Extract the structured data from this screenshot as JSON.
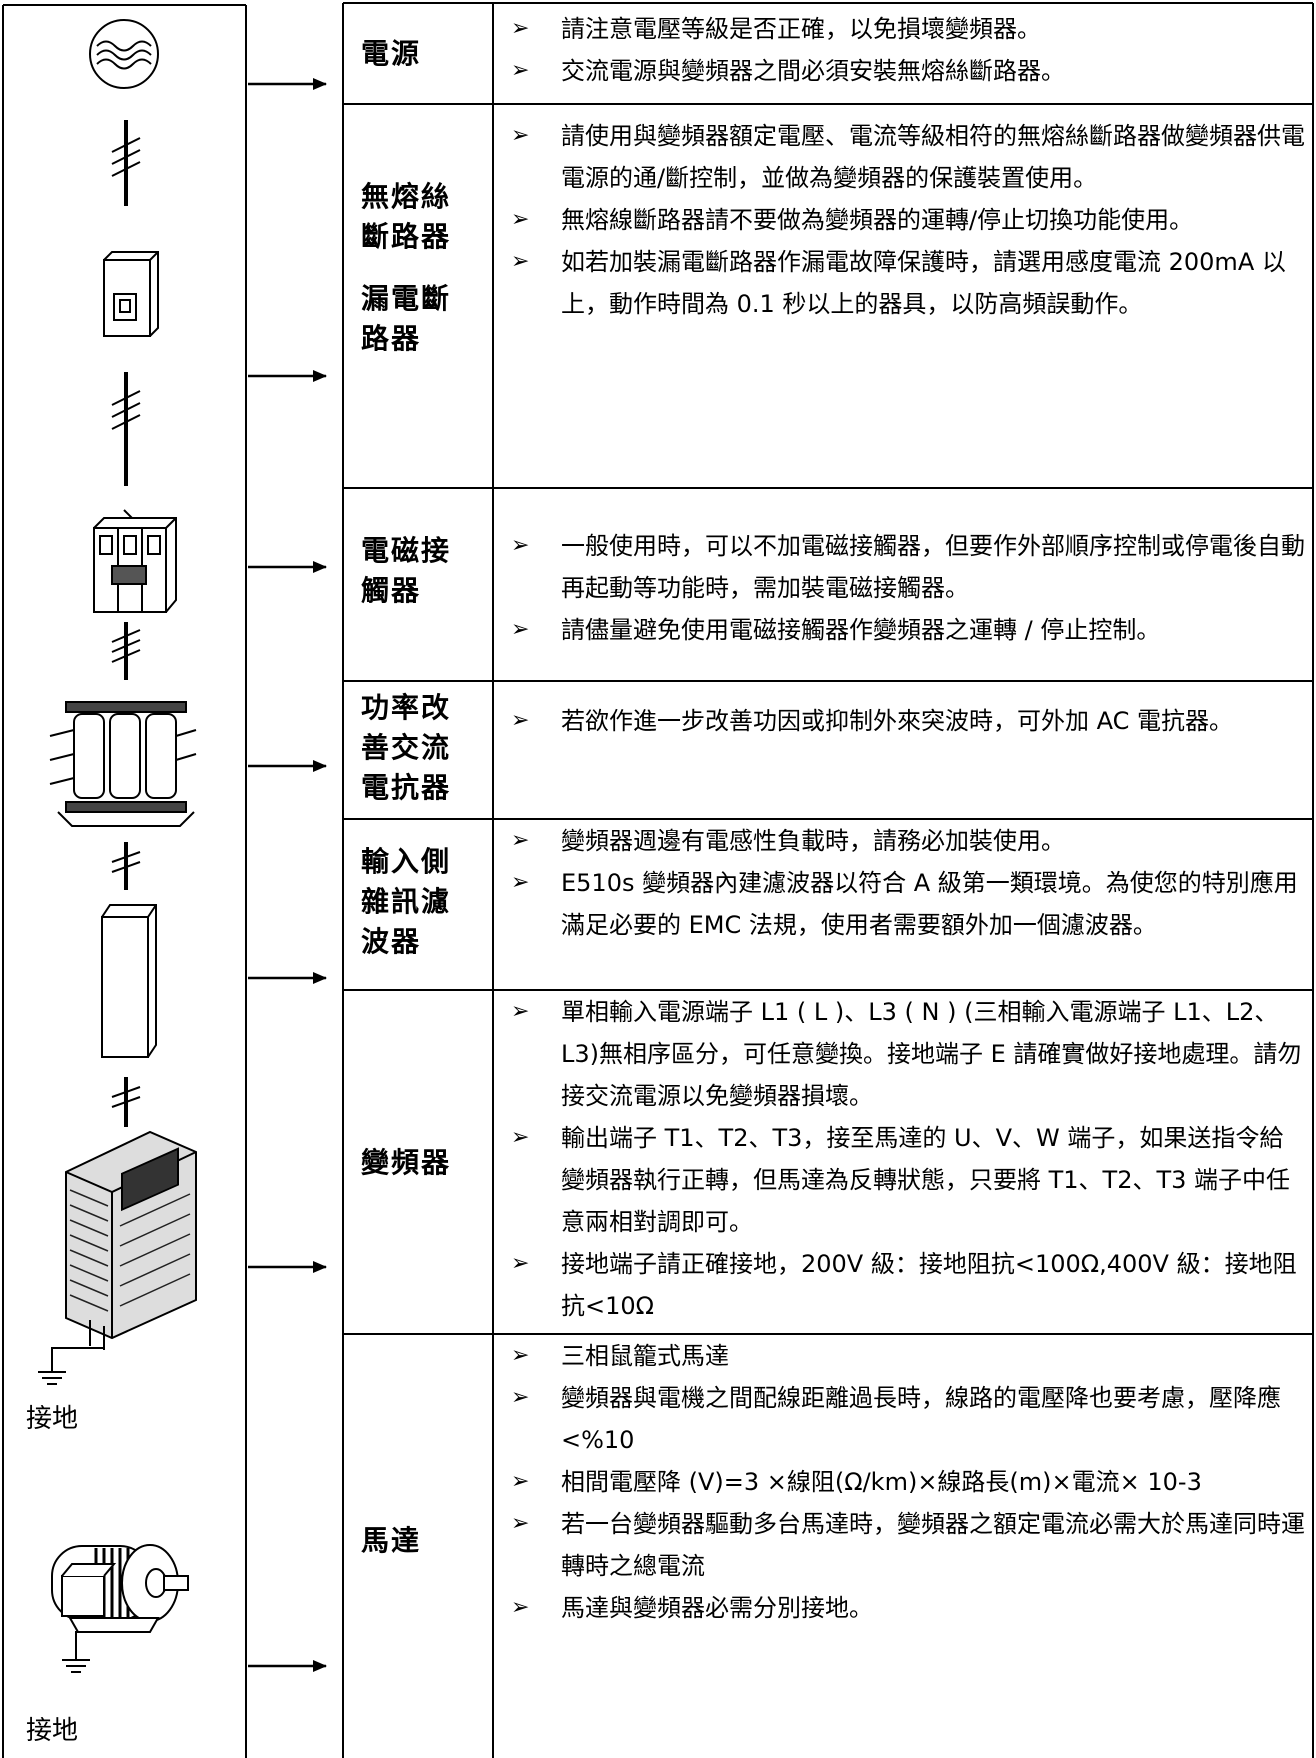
{
  "ground_labels": [
    "接地",
    "接地"
  ],
  "rows": [
    {
      "name": "電源",
      "items": [
        "請注意電壓等級是否正確，以免損壞變頻器。",
        "交流電源與變頻器之間必須安裝無熔絲斷路器。"
      ]
    },
    {
      "name": "無熔絲\n斷路器",
      "name2": "漏電斷\n路器",
      "items": [
        "請使用與變頻器額定電壓、電流等級相符的無熔絲斷路器做變頻器供電電源的通/斷控制，並做為變頻器的保護裝置使用。",
        "無熔線斷路器請不要做為變頻器的運轉/停止切換功能使用。",
        "如若加裝漏電斷路器作漏電故障保護時，請選用感度電流 200mA 以上，動作時間為 0.1 秒以上的器具，以防高頻誤動作。"
      ]
    },
    {
      "name": "電磁接\n觸器",
      "items": [
        "一般使用時，可以不加電磁接觸器，但要作外部順序控制或停電後自動再起動等功能時，需加裝電磁接觸器。",
        "請儘量避免使用電磁接觸器作變頻器之運轉 / 停止控制。"
      ]
    },
    {
      "name": "功率改\n善交流\n電抗器",
      "items": [
        "若欲作進一步改善功因或抑制外來突波時，可外加 AC 電抗器。"
      ]
    },
    {
      "name": "輸入側\n雜訊濾\n波器",
      "items": [
        "變頻器週邊有電感性負載時，請務必加裝使用。",
        "E510s 變頻器內建濾波器以符合 A 級第一類環境。為使您的特別應用滿足必要的 EMC 法規，使用者需要額外加一個濾波器。"
      ]
    },
    {
      "name": "變頻器",
      "items": [
        "單相輸入電源端子 L1 ( L )、L3 ( N ) (三相輸入電源端子 L1、L2、L3)無相序區分，可任意變換。接地端子 E 請確實做好接地處理。請勿接交流電源以免變頻器損壞。",
        "輸出端子 T1、T2、T3，接至馬達的 U、V、W 端子，如果送指令給變頻器執行正轉，但馬達為反轉狀態，只要將 T1、T2、T3 端子中任意兩相對調即可。",
        "接地端子請正確接地，200V 級：接地阻抗<100Ω,400V 級：接地阻抗<10Ω"
      ]
    },
    {
      "name": "馬達",
      "items": [
        "三相鼠籠式馬達",
        "變頻器與電機之間配線距離過長時，線路的電壓降也要考慮，壓降應<%10",
        "相間電壓降 (V)=3 ×線阻(Ω/km)×線路長(m)×電流× 10-3",
        "若一台變頻器驅動多台馬達時，變頻器之額定電流必需大於馬達同時運轉時之總電流",
        "馬達與變頻器必需分別接地。"
      ]
    }
  ]
}
